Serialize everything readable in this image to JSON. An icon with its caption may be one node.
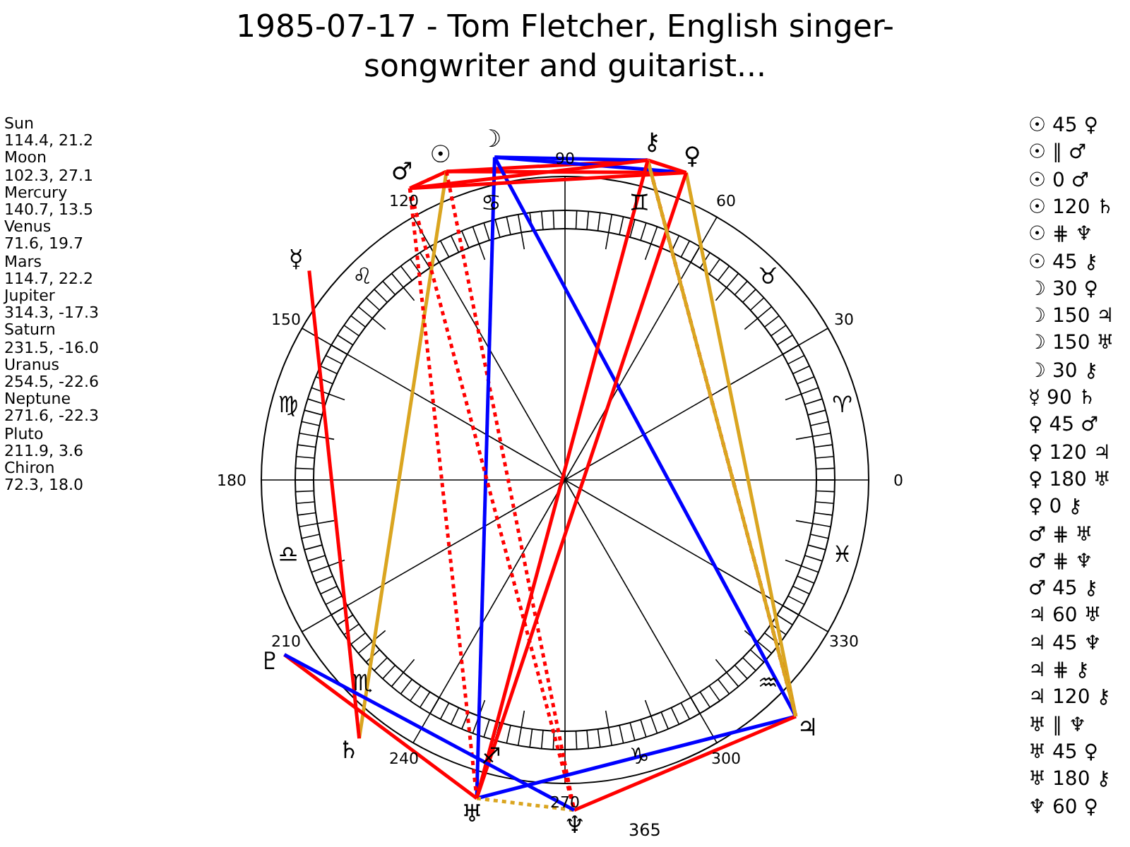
{
  "diagram": {
    "title": "1985-07-17 - Tom Fletcher, English singer-songwriter and guitarist...",
    "nodes": [
      {
        "text": [
          "☉"
        ]
      },
      {
        "text": [
          "☽"
        ]
      },
      {
        "text": [
          "☿"
        ]
      },
      {
        "text": [
          "♀"
        ]
      },
      {
        "text": [
          "♂"
        ]
      },
      {
        "text": [
          "♃"
        ]
      },
      {
        "text": [
          "♄"
        ]
      },
      {
        "text": [
          "♅"
        ]
      },
      {
        "text": [
          "♆"
        ]
      },
      {
        "text": [
          "♇"
        ]
      },
      {
        "text": [
          "⚷"
        ]
      }
    ],
    "edges": [
      {
        "from": 0,
        "to": 3,
        "arrow": "none"
      },
      {
        "from": 0,
        "to": 4,
        "arrow": "none",
        "style": "dashed",
        "color": "#daa520"
      },
      {
        "from": 0,
        "to": 4,
        "arrow": "none"
      },
      {
        "from": 0,
        "to": 6,
        "arrow": "none",
        "color": "#daa520"
      },
      {
        "from": 0,
        "to": 8,
        "arrow": "none",
        "style": "dashed"
      },
      {
        "from": 0,
        "to": 10,
        "arrow": "none"
      },
      {
        "from": 1,
        "to": 3,
        "arrow": "none",
        "color": "#0000ff"
      },
      {
        "from": 1,
        "to": 5,
        "arrow": "none",
        "color": "#0000ff"
      },
      {
        "from": 1,
        "to": 7,
        "arrow": "none",
        "color": "#0000ff"
      },
      {
        "from": 1,
        "to": 10,
        "arrow": "none",
        "color": "#0000ff"
      },
      {
        "from": 2,
        "to": 6,
        "arrow": "none"
      },
      {
        "from": 3,
        "to": 4,
        "arrow": "none"
      },
      {
        "from": 3,
        "to": 5,
        "arrow": "none",
        "color": "#daa520"
      },
      {
        "from": 3,
        "to": 7,
        "arrow": "none"
      },
      {
        "from": 3,
        "to": 10,
        "arrow": "none"
      },
      {
        "from": 4,
        "to": 7,
        "arrow": "none",
        "style": "dashed"
      },
      {
        "from": 4,
        "to": 8,
        "arrow": "none",
        "style": "dashed"
      },
      {
        "from": 4,
        "to": 10,
        "arrow": "none"
      },
      {
        "from": 5,
        "to": 7,
        "arrow": "none",
        "color": "#0000ff"
      },
      {
        "from": 5,
        "to": 8,
        "arrow": "none"
      },
      {
        "from": 5,
        "to": 10,
        "arrow": "none",
        "style": "dashed"
      },
      {
        "from": 5,
        "to": 10,
        "arrow": "none",
        "color": "#daa520"
      },
      {
        "from": 7,
        "to": 8,
        "arrow": "none",
        "style": "dashed",
        "color": "#daa520"
      },
      {
        "from": 7,
        "to": 9,
        "arrow": "none"
      },
      {
        "from": 7,
        "to": 10,
        "arrow": "none"
      },
      {
        "from": 8,
        "to": 9,
        "arrow": "none",
        "color": "#0000ff"
      }
    ],
    "labels": [
      "Sun",
      "114.4, 21.2",
      "Moon",
      "102.3, 27.1",
      "Mercury",
      "140.7, 13.5",
      "Venus",
      "71.6, 19.7",
      "Mars",
      "114.7, 22.2",
      "Jupiter",
      "314.3, -17.3",
      "Saturn",
      "231.5, -16.0",
      "Uranus",
      "254.5, -22.6",
      "Neptune",
      "271.6, -22.3",
      "Pluto",
      "211.9, 3.6",
      "Chiron",
      "72.3, 18.0",
      "0",
      "30",
      "60",
      "90",
      "120",
      "150",
      "180",
      "210",
      "240",
      "270",
      "300",
      "330",
      "♈",
      "♉",
      "♊",
      "♋",
      "♌",
      "♍",
      "♎",
      "♏",
      "♐",
      "♑",
      "♒",
      "♓",
      "☉ 45 ♀",
      "☉ ∥ ♂",
      "☉ 0 ♂",
      "☉ 120 ♄",
      "☉ ⋕ ♆",
      "☉ 45 ⚷",
      "☽ 30 ♀",
      "☽ 150 ♃",
      "☽ 150 ♅",
      "☽ 30 ⚷",
      "☿ 90 ♄",
      "♀ 45 ♂",
      "♀ 120 ♃",
      "♀ 180 ♅",
      "♀ 0 ⚷",
      "♂ ⋕ ♅",
      "♂ ⋕ ♆",
      "♂ 45 ⚷",
      "♃ 60 ♅",
      "♃ 45 ♆",
      "♃ ⋕ ⚷",
      "♃ 120 ⚷",
      "♅ ∥ ♆",
      "♅ 45 ♀",
      "♅ 180 ⚷",
      "♆ 60 ♀",
      "365"
    ]
  }
}
